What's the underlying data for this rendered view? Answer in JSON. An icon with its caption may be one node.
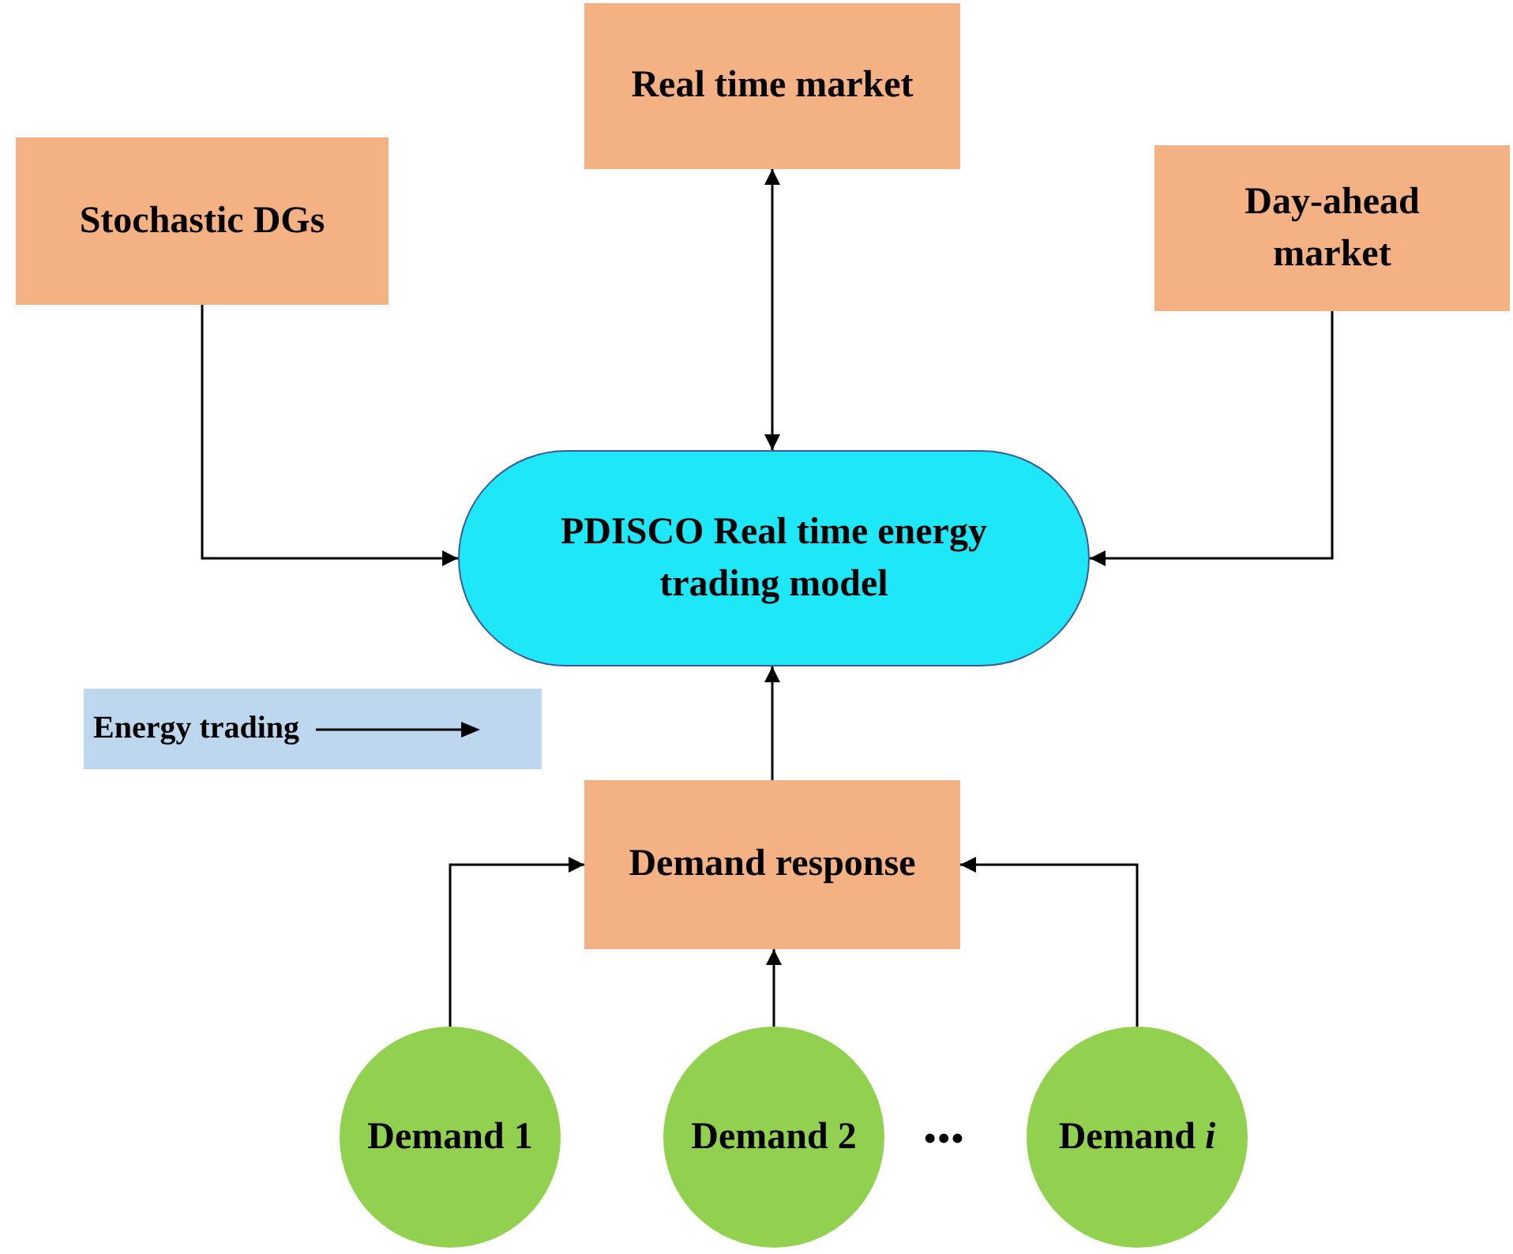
{
  "diagram": {
    "nodes": [
      {
        "text": [
          "Stochastic DGs"
        ]
      },
      {
        "text": [
          "Real time market"
        ]
      },
      {
        "text": [
          "Day-ahead market"
        ]
      },
      {
        "text": [
          "PDISCO Real time energy trading model"
        ]
      },
      {
        "text": [
          "Demand response"
        ]
      },
      {
        "text": [
          "Demand 1"
        ]
      },
      {
        "text": [
          "Demand 2"
        ]
      },
      {
        "text": [
          "Demand *i*"
        ]
      }
    ],
    "edges": [
      {
        "from": 0,
        "to": 3,
        "arrow": "to"
      },
      {
        "from": 1,
        "to": 3,
        "arrow": "both"
      },
      {
        "from": 2,
        "to": 3,
        "arrow": "to"
      },
      {
        "from": 4,
        "to": 3,
        "arrow": "to"
      },
      {
        "from": 5,
        "to": 4,
        "arrow": "to"
      },
      {
        "from": 6,
        "to": 4,
        "arrow": "to"
      },
      {
        "from": 7,
        "to": 4,
        "arrow": "to"
      }
    ],
    "labels": [
      "•••"
    ],
    "legend": [
      {
        "text": "Energy trading"
      }
    ]
  }
}
